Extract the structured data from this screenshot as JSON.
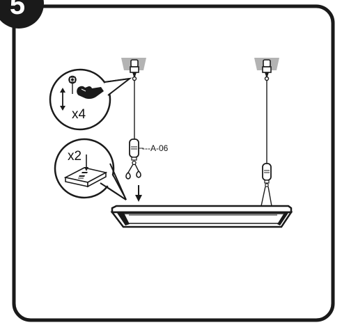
{
  "step": {
    "number": "5"
  },
  "callouts": {
    "ceiling_anchor_qty": "x4",
    "panel_fastener_qty": "x2"
  },
  "parts": {
    "cable_gripper_label": "---A-06"
  },
  "colors": {
    "outline": "#1a1a1a",
    "ceiling_plate": "#b3b3b3",
    "badge_fill": "#1a1a1a",
    "badge_text": "#ffffff",
    "background": "#ffffff"
  },
  "icons": {
    "up_down_arrow": "double-headed-vertical-arrow",
    "hand_pressing": "hand-press-icon",
    "down_arrow": "arrow-down"
  }
}
